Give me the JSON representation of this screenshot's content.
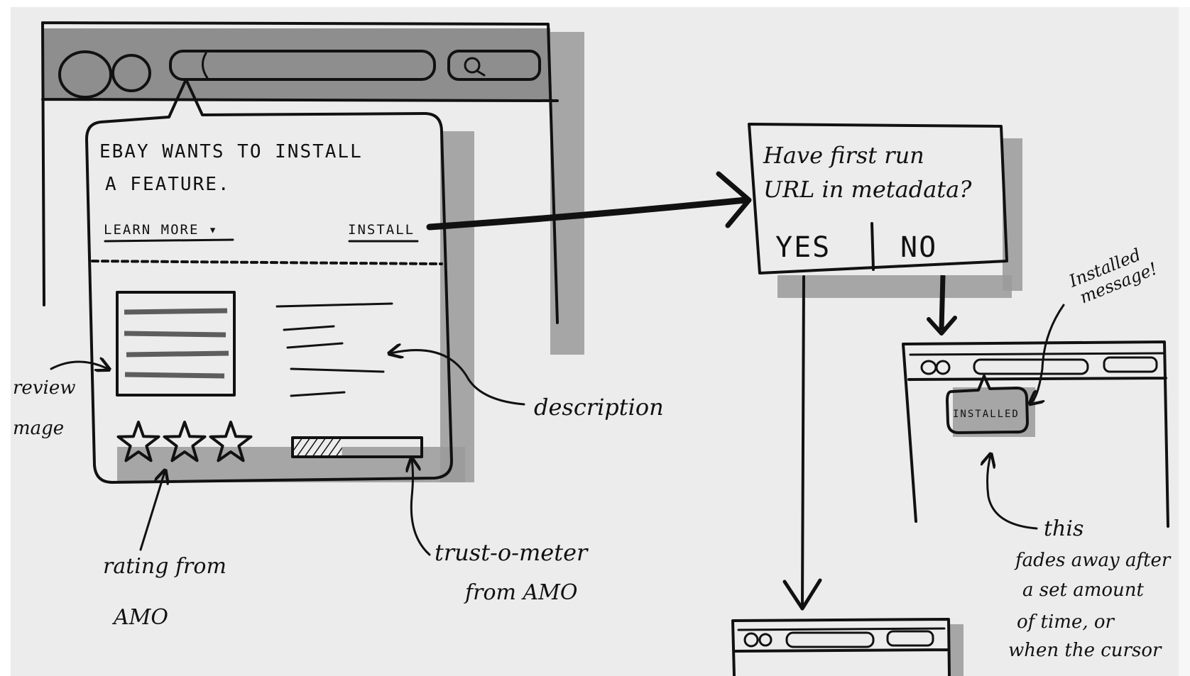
{
  "prompt": {
    "line1": "EBAY WANTS TO INSTALL",
    "line2": "A FEATURE.",
    "learn_more": "LEARN MORE ▾",
    "install": "INSTALL"
  },
  "decision": {
    "question_line1": "Have first run",
    "question_line2": "URL in metadata?",
    "yes": "YES",
    "no": "NO"
  },
  "annotations": {
    "preview_line1": "review",
    "preview_line2": "mage",
    "description": "description",
    "rating_line1": "rating from",
    "rating_line2": "AMO",
    "trust_line1": "trust-o-meter",
    "trust_line2": "from AMO",
    "installed_msg_line1": "Installed",
    "installed_msg_line2": "message!",
    "fade_line1": "this",
    "fade_line2": "fades away after",
    "fade_line3": "a set amount",
    "fade_line4": "of time, or",
    "fade_line5": "when the cursor"
  },
  "installed_badge": "INSTALLED",
  "search_icon": "magnifier-icon",
  "rating": {
    "stars": 3
  },
  "trust_meter": {
    "fill_fraction": 0.38
  },
  "colors": {
    "paper": "#ececec",
    "ink": "#111111",
    "marker_gray": "#9a9a9a",
    "preview_gray": "#7a7a7a"
  }
}
